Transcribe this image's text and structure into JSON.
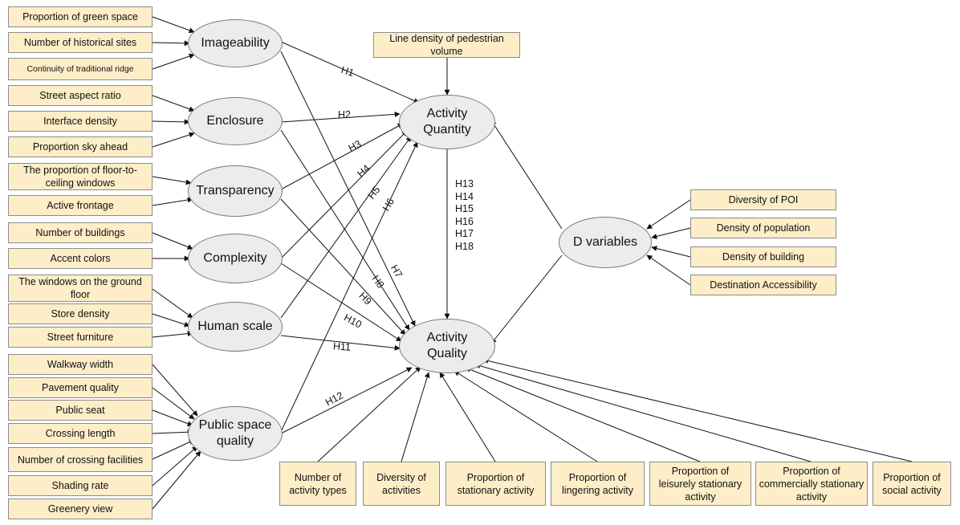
{
  "latent": {
    "imageability": "Imageability",
    "enclosure": "Enclosure",
    "transparency": "Transparency",
    "complexity": "Complexity",
    "human_scale": "Human scale",
    "public_space": "Public space quality",
    "activity_quantity": "Activity Quantity",
    "activity_quality": "Activity Quality",
    "d_variables": "D variables"
  },
  "indicators": {
    "imageability": [
      "Proportion of green space",
      "Number of historical sites",
      "Continuity of traditional ridge"
    ],
    "enclosure": [
      "Street aspect ratio",
      "Interface density",
      "Proportion sky ahead"
    ],
    "transparency": [
      "The proportion of floor-to-ceiling windows",
      "Active frontage"
    ],
    "complexity": [
      "Number of buildings",
      "Accent colors"
    ],
    "human_scale": [
      "The windows on the ground floor",
      "Store density",
      "Street furniture"
    ],
    "public_space": [
      "Walkway width",
      "Pavement quality",
      "Public seat",
      "Crossing length",
      "Number of crossing facilities",
      "Shading rate",
      "Greenery view"
    ],
    "d_variables": [
      "Diversity of POI",
      "Density of population",
      "Density of building",
      "Destination Accessibility"
    ],
    "activity_quantity": [
      "Line density of pedestrian volume"
    ],
    "activity_quality": [
      "Number of activity types",
      "Diversity of activities",
      "Proportion of stationary activity",
      "Proportion of lingering activity",
      "Proportion of leisurely stationary activity",
      "Proportion of commercially stationary activity",
      "Proportion of social activity"
    ]
  },
  "hypotheses": {
    "h1": "H1",
    "h2": "H2",
    "h3": "H3",
    "h4": "H4",
    "h5": "H5",
    "h6": "H6",
    "h7": "H7",
    "h8": "H8",
    "h9": "H9",
    "h10": "H10",
    "h11": "H11",
    "h12": "H12",
    "h13_h18": [
      "H13",
      "H14",
      "H15",
      "H16",
      "H17",
      "H18"
    ]
  }
}
